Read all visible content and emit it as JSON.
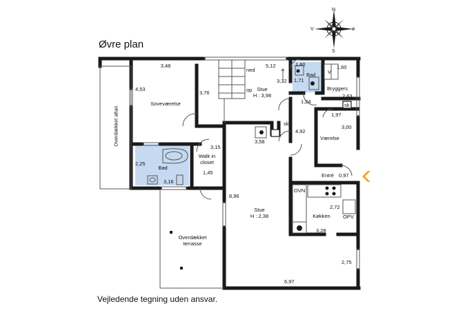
{
  "title": "Øvre plan",
  "footnote": "Vejledende tegning uden ansvar.",
  "compass": {
    "n": "N",
    "s": "S",
    "v": "V",
    "o": "ø"
  },
  "colors": {
    "wall": "#1a1a1a",
    "bath": "#c5d9f1",
    "entry_arrow": "#f5a623"
  },
  "rooms": {
    "altan": "Overdækket altan",
    "sove": "Soveværelse",
    "sove_w": "3,48",
    "sove_h": "4,53",
    "sove_d": "3,76",
    "bad1": "Bad",
    "bad1_w": "3,16",
    "bad1_h": "2,25",
    "walk": "Walk in\ncloset",
    "walk_h": "3,15",
    "walk_w": "1,45",
    "stue_top": "Stue\nH : 3,98",
    "stue_top_w": "5,12",
    "stair_ned": "ned",
    "stair_op": "op",
    "bad2": "Bad",
    "bad2_w": "1,60",
    "bad2_h": "1,71",
    "bad2_d": "3,32",
    "bryg": "Bryggers",
    "bryg_w": "1,60",
    "bryg_h": "2,63",
    "v": "V",
    "sk1": "sk",
    "sk2": "sk",
    "hall_w": "1,24",
    "hall_d": "4,92",
    "wc_w": "3,58",
    "vaer": "Værelse",
    "vaer_w": "1,97",
    "vaer_h": "3,00",
    "entre": "Entré",
    "entre_w": "0,97",
    "stue_main": "Stue\nH : 2,38",
    "stue_main_h": "8,96",
    "ovn": "OVN",
    "opv": "OPV",
    "kokken": "Køkken",
    "kok_h": "2,72",
    "kok_w": "3,28",
    "terr": "Overdækket\nterrasse",
    "dim_275": "2,75",
    "dim_697": "6,97"
  }
}
